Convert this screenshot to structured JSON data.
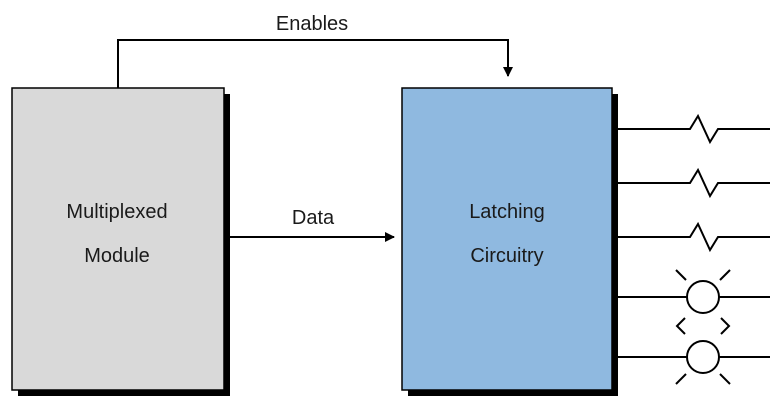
{
  "labels": {
    "enables": "Enables",
    "data": "Data"
  },
  "blocks": {
    "multiplexed_module": {
      "line1": "Multiplexed",
      "line2": "Module",
      "fill": "#d9d9d9"
    },
    "latching_circuitry": {
      "line1": "Latching",
      "line2": "Circuitry",
      "fill": "#8fb9e0"
    }
  },
  "outputs": [
    {
      "kind": "resistor-load"
    },
    {
      "kind": "resistor-load"
    },
    {
      "kind": "resistor-load"
    },
    {
      "kind": "lamp"
    },
    {
      "kind": "lamp"
    }
  ],
  "colors": {
    "line": "#000000",
    "shadow": "#000000"
  }
}
